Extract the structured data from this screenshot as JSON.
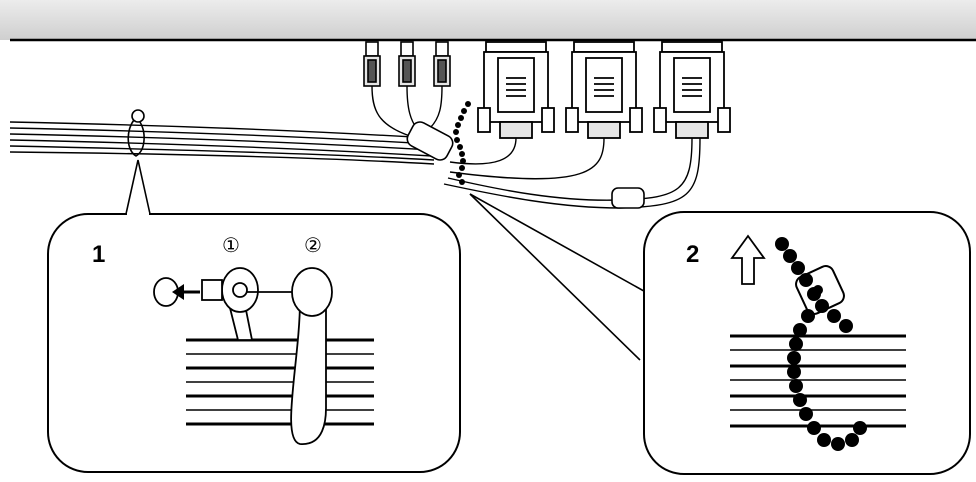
{
  "diagram": {
    "step_1": {
      "number": "1",
      "part_1_marker": "①",
      "part_2_marker": "②"
    },
    "step_2": {
      "number": "2"
    }
  },
  "colors": {
    "line": "#000000",
    "panel": "#d8d8d8",
    "background": "#ffffff"
  },
  "icons": [
    "up-arrow-icon",
    "left-arrow-icon"
  ]
}
